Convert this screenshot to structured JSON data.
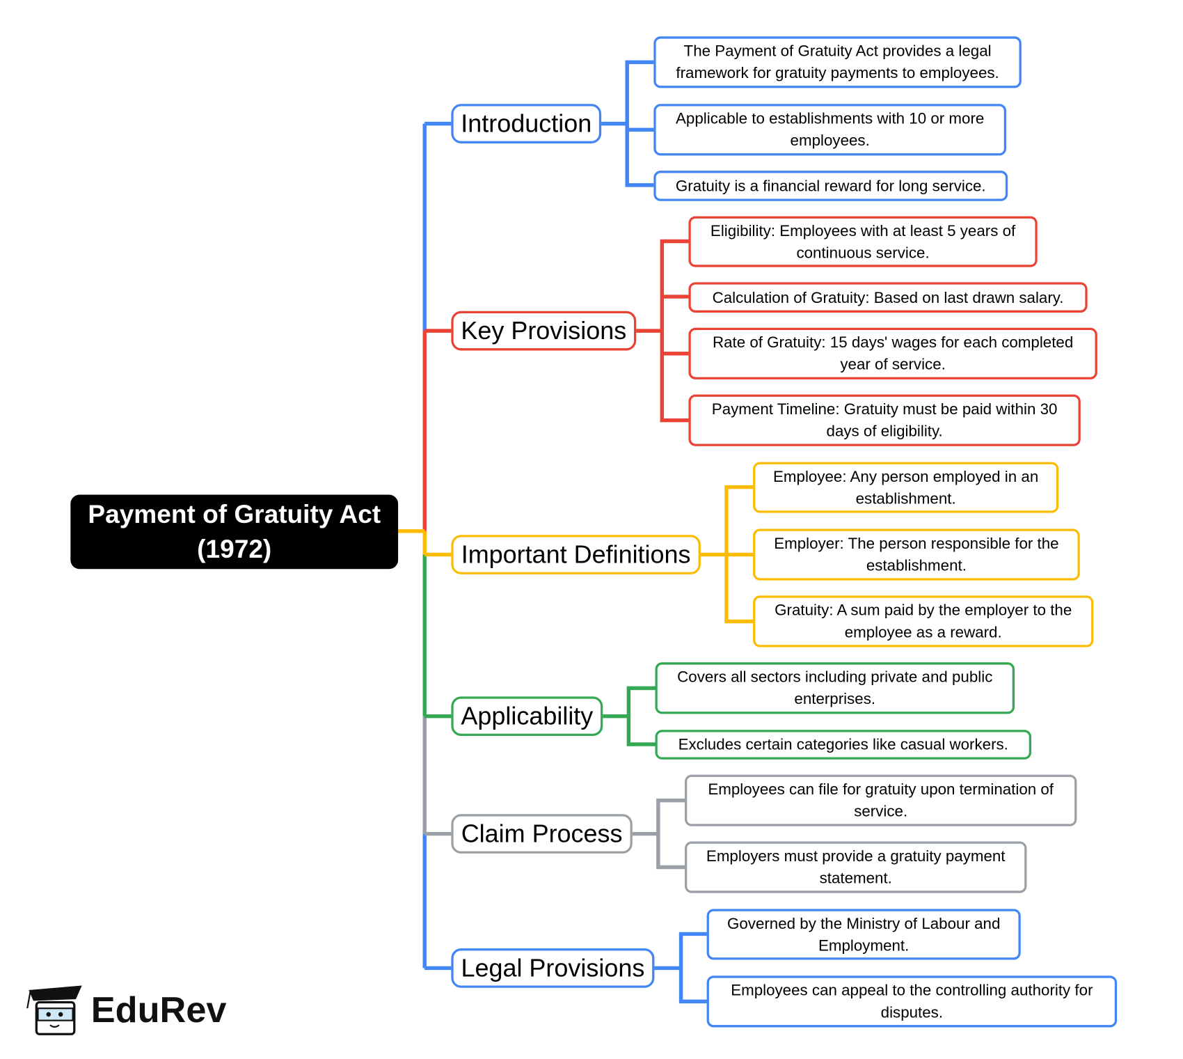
{
  "root": {
    "line1": "Payment of Gratuity Act",
    "line2": "(1972)"
  },
  "branches": [
    {
      "label": "Introduction",
      "color": "#4285f4",
      "leaves": [
        "The Payment of Gratuity Act provides a legal framework for gratuity payments to employees.",
        "Applicable to establishments with 10 or more employees.",
        "Gratuity is a financial reward for long service."
      ]
    },
    {
      "label": "Key Provisions",
      "color": "#ea4335",
      "leaves": [
        "Eligibility: Employees with at least 5 years of continuous service.",
        "Calculation of Gratuity: Based on last drawn salary.",
        "Rate of Gratuity: 15 days' wages for each completed year of service.",
        "Payment Timeline: Gratuity must be paid within 30 days of eligibility."
      ]
    },
    {
      "label": "Important Definitions",
      "color": "#fbbc04",
      "leaves": [
        "Employee: Any person employed in an establishment.",
        "Employer: The person responsible for the establishment.",
        "Gratuity: A sum paid by the employer to the employee as a reward."
      ]
    },
    {
      "label": "Applicability",
      "color": "#34a853",
      "leaves": [
        "Covers all sectors including private and public enterprises.",
        "Excludes certain categories like casual workers."
      ]
    },
    {
      "label": "Claim Process",
      "color": "#9aa0a6",
      "leaves": [
        "Employees can file for gratuity upon termination of service.",
        "Employers must provide a gratuity payment statement."
      ]
    },
    {
      "label": "Legal Provisions",
      "color": "#4285f4",
      "leaves": [
        "Governed by the Ministry of Labour and Employment.",
        "Employees can appeal to the controlling authority for disputes."
      ]
    }
  ],
  "logo": {
    "text": "EduRev"
  }
}
